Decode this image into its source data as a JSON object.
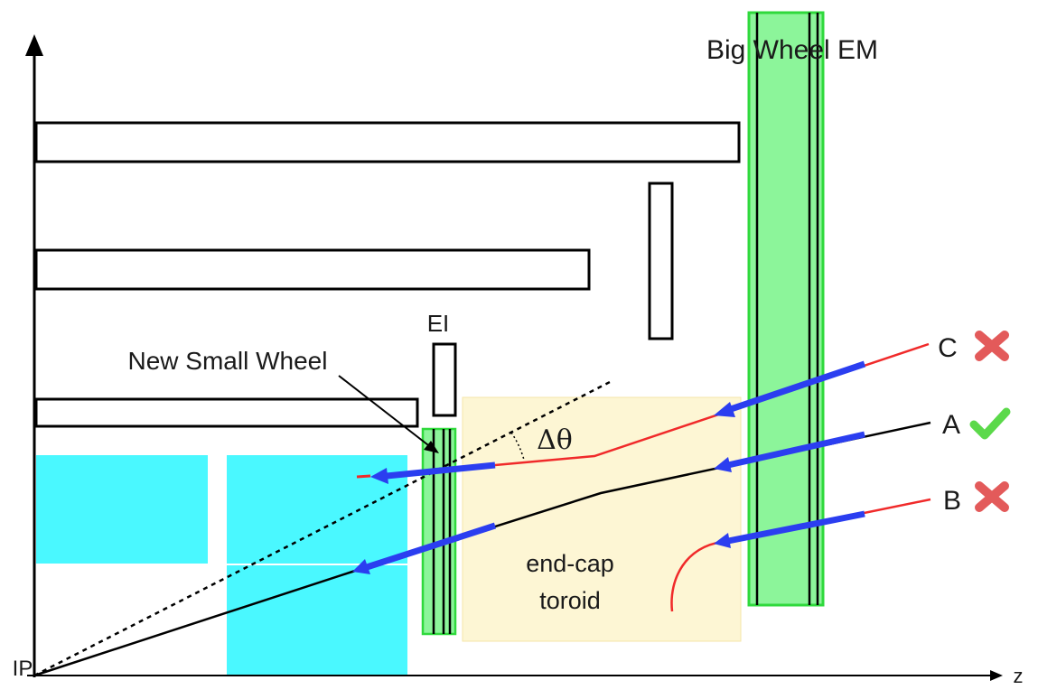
{
  "labels": {
    "big_wheel": "Big Wheel EM",
    "ei": "EI",
    "new_small_wheel": "New Small Wheel",
    "delta_theta": "Δθ",
    "endcap_line1": "end-cap",
    "endcap_line2": "toroid",
    "track_c": "C",
    "track_a": "A",
    "track_b": "B",
    "ip": "IP",
    "z_axis": "z"
  },
  "track_status": {
    "C": "rejected",
    "A": "accepted",
    "B": "rejected"
  },
  "colors": {
    "chamber_green": "#8cf59a",
    "chamber_border": "#2fd93c",
    "calorimeter_cyan": "#4af8ff",
    "toroid_fill": "#fdf6d4",
    "arrow_blue": "#2b3ef0",
    "track_red": "#f02a2a",
    "check_green": "#5bd94a",
    "cross_red": "#e35a5a"
  },
  "icons": {
    "accepted": "check-icon",
    "rejected": "cross-icon"
  }
}
